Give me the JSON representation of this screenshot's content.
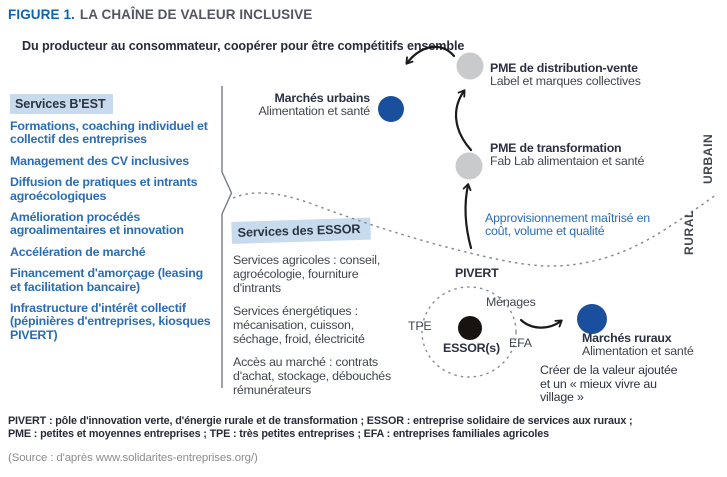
{
  "figure": {
    "label": "FIGURE 1.",
    "title": "LA CHAÎNE DE VALEUR INCLUSIVE",
    "subtitle": "Du producteur au consommateur, coopérer pour être compétitifs ensemble"
  },
  "services_best": {
    "header": "Services B'EST",
    "items": [
      "Formations, coaching individuel et collectif des entreprises",
      "Management des CV inclusives",
      "Diffusion de pratiques et intrants agroécologiques",
      "Amélioration procédés agroalimentaires et innovation",
      "Accélération de marché",
      "Financement d'amorçage (leasing et facilitation bancaire)",
      "Infrastructure d'intérêt collectif (pépinières d'entreprises, kiosques PIVERT)"
    ]
  },
  "services_essor": {
    "header": "Services des ESSOR",
    "items": [
      "Services agricoles : conseil, agroécologie, fourniture d'intrants",
      "Services énergétiques : mécanisation, cuisson, séchage, froid, électricité",
      "Accès au marché : contrats d'achat, stockage, débouchés rémunérateurs"
    ]
  },
  "diagram": {
    "urban_axis": "URBAIN",
    "rural_axis": "RURAL",
    "marches_urbains": {
      "title": "Marchés urbains",
      "subtitle": "Alimentation et santé"
    },
    "pme_distribution": {
      "title": "PME de distribution-vente",
      "subtitle": "Label et marques collectives"
    },
    "pme_transformation": {
      "title": "PME de transformation",
      "subtitle": "Fab Lab alimentaion et santé"
    },
    "approvisionnement": "Approvisionnement maîtrisé en coût, volume et qualité",
    "pivert": "PIVERT",
    "tpe": "TPE",
    "menages": "Ménages",
    "efa": "EFA",
    "essor": "ESSOR(s)",
    "marches_ruraux": {
      "title": "Marchés ruraux",
      "subtitle": "Alimentation et santé"
    },
    "valeur_note": "Créer de la valeur ajoutée et un « mieux vivre au village »"
  },
  "footer": {
    "definitions_line1": "PIVERT : pôle d'innovation verte, d'énergie rurale et de transformation ; ESSOR : entreprise solidaire de services aux ruraux ;",
    "definitions_line2": "PME : petites et moyennes entreprises ; TPE : très petites entreprises ; EFA : entreprises familiales agricoles",
    "source": "(Source : d'après www.solidarites-entreprises.org/)"
  },
  "colors": {
    "accent_blue": "#0b64ae",
    "text_blue": "#2a6db5",
    "dark_navy": "#262c3a",
    "body_gray": "#41464f",
    "header_bg": "#c8dbee",
    "node_blue": "#1a4f9d",
    "node_gray": "#c9cacb",
    "node_black": "#181210",
    "dash_gray": "#878d96"
  }
}
